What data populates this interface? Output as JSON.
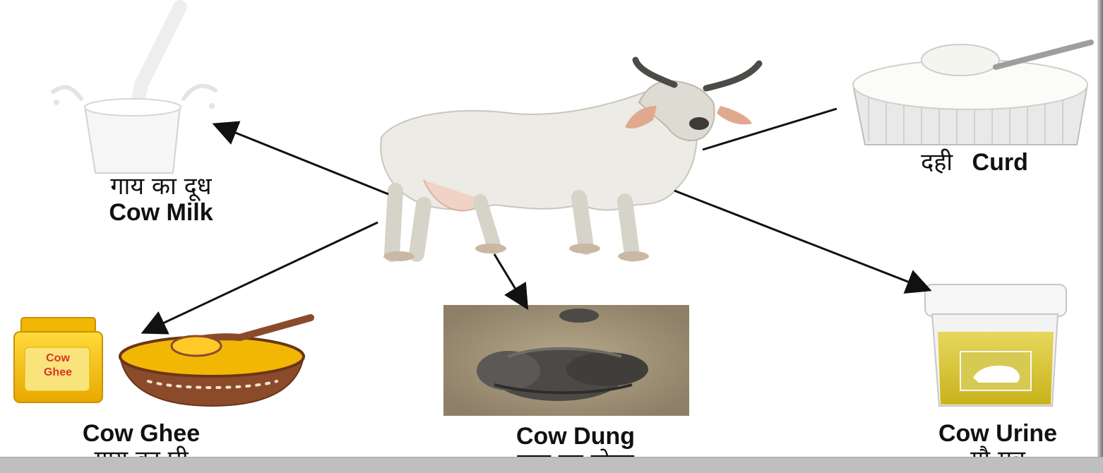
{
  "products": {
    "milk": {
      "hindi": "गाय का दूध",
      "english": "Cow Milk"
    },
    "curd": {
      "hindi": "दही",
      "english": "Curd"
    },
    "ghee": {
      "english": "Cow Ghee",
      "hindi": "गाय का घी",
      "jar_label_line1": "Cow",
      "jar_label_line2": "Ghee"
    },
    "dung": {
      "english": "Cow Dung",
      "hindi": "गाय का गोबर"
    },
    "urine": {
      "english": "Cow Urine",
      "hindi": "गौ मूत्र"
    }
  },
  "colors": {
    "arrow": "#111111",
    "ghee": "#f2b705",
    "milk": "#f4f4f4",
    "urine": "#d7c431"
  },
  "icons": [
    "milk-glass-icon",
    "curd-bowl-icon",
    "ghee-jar-icon",
    "ghee-bowl-icon",
    "dung-icon",
    "urine-jar-icon",
    "cow-icon"
  ]
}
